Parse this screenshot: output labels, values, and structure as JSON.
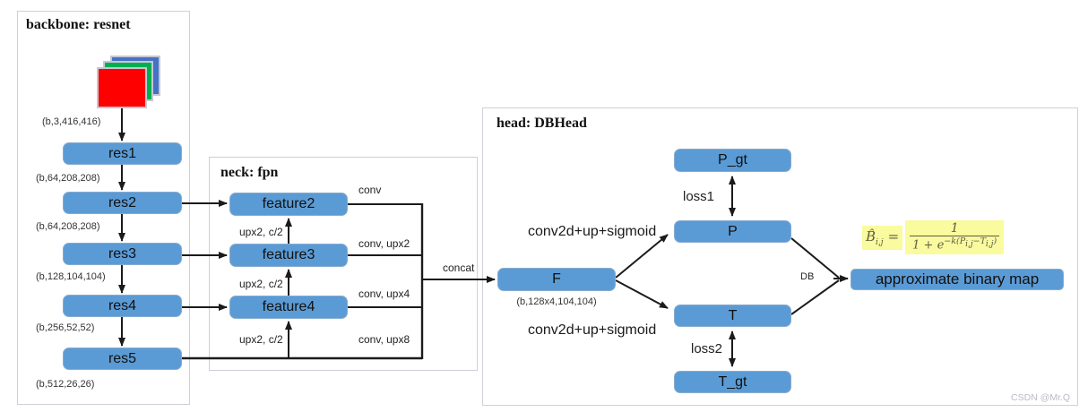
{
  "watermark": "CSDN @Mr.Q",
  "panels": {
    "backbone": {
      "title": "backbone: resnet"
    },
    "neck": {
      "title": "neck: fpn"
    },
    "head": {
      "title": "head: DBHead"
    }
  },
  "colors": {
    "node_fill": "#5b9bd5",
    "input_image_red": "#fe0000",
    "input_image_green": "#00b050",
    "input_image_blue": "#4472c4",
    "formula_highlight": "#fafa9e",
    "panel_border": "#cdd0d6"
  },
  "backbone": {
    "input_shape": "(b,3,416,416)",
    "nodes": [
      {
        "label": "res1",
        "out_shape": "(b,64,208,208)"
      },
      {
        "label": "res2",
        "out_shape": "(b,64,208,208)"
      },
      {
        "label": "res3",
        "out_shape": "(b,128,104,104)"
      },
      {
        "label": "res4",
        "out_shape": "(b,256,52,52)"
      },
      {
        "label": "res5",
        "out_shape": "(b,512,26,26)"
      }
    ]
  },
  "neck": {
    "nodes": [
      {
        "label": "feature2"
      },
      {
        "label": "feature3"
      },
      {
        "label": "feature4"
      }
    ],
    "up_labels": [
      "upx2, c/2",
      "upx2, c/2",
      "upx2, c/2"
    ],
    "out_labels": [
      "conv",
      "conv, upx2",
      "conv, upx4",
      "conv, upx8"
    ],
    "concat_label": "concat"
  },
  "head": {
    "f_node": {
      "label": "F",
      "shape": "(b,128x4,104,104)"
    },
    "conv_label_top": "conv2d+up+sigmoid",
    "conv_label_bottom": "conv2d+up+sigmoid",
    "p_gt": "P_gt",
    "p": "P",
    "t": "T",
    "t_gt": "T_gt",
    "loss1": "loss1",
    "loss2": "loss2",
    "db_label": "DB",
    "output": "approximate binary map",
    "formula": {
      "b": "B̂",
      "b_sub": "i,j",
      "eq": "=",
      "num": "1",
      "den": "1 + e",
      "exp_p": "−k(P",
      "p_sub": "i,j",
      "exp_t": "−T",
      "t_sub": "i,j",
      "exp_close": ")"
    }
  }
}
